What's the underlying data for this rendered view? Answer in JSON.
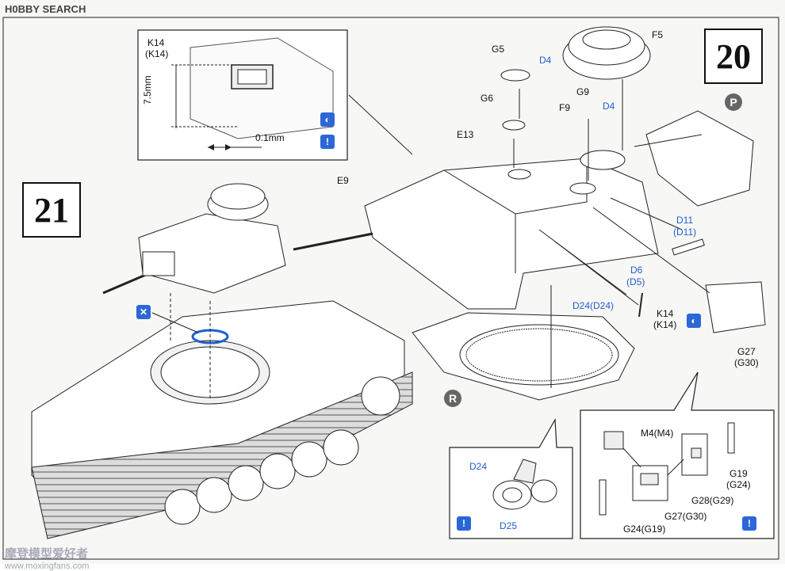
{
  "watermark": {
    "logo": "H0BBY SEARCH",
    "site_cn": "摩登模型爱好者",
    "site_url": "www.moxingfans.com"
  },
  "steps": {
    "step20": "20",
    "step21": "21"
  },
  "detail_top": {
    "part": "K14",
    "part_alt": "(K14)",
    "dim_vertical": "7.5mm",
    "dim_horizontal": "0.1mm"
  },
  "parts_step20": {
    "f5": "F5",
    "g5": "G5",
    "d4_a": "D4",
    "g6": "G6",
    "f9": "F9",
    "g9": "G9",
    "d4_b": "D4",
    "e13": "E13",
    "e9": "E9",
    "d11": "D11",
    "d11_alt": "(D11)",
    "d6": "D6",
    "d6_alt": "(D5)",
    "d24": "D24(D24)",
    "k14": "K14",
    "k14_alt": "(K14)",
    "g27": "G27",
    "g27_alt": "(G30)",
    "p_marker": "P",
    "r_marker": "R"
  },
  "detail_bottom_left": {
    "d24": "D24",
    "d25": "D25"
  },
  "detail_bottom_right": {
    "m4": "M4(M4)",
    "g19": "G19",
    "g19_alt": "(G24)",
    "g28": "G28(G29)",
    "g27": "G27(G30)",
    "g24": "G24(G19)"
  },
  "colors": {
    "blue": "#1f5fd0",
    "line": "#111111",
    "marker_gray": "#666666"
  }
}
